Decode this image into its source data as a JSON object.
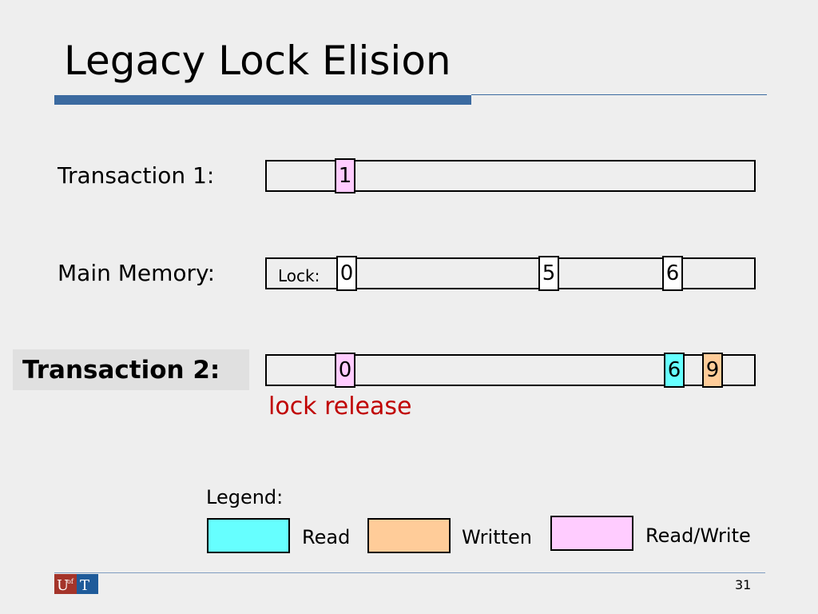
{
  "slide": {
    "title": "Legacy Lock Elision",
    "page_number": "31",
    "accent_color": "#3b6aa0"
  },
  "rows": {
    "transaction1": {
      "label": "Transaction 1:"
    },
    "main_memory": {
      "label": "Main Memory:",
      "lock_label": "Lock:"
    },
    "transaction2": {
      "label": "Transaction 2:",
      "annotation": "lock release",
      "annotation_color": "#c00000"
    }
  },
  "cells": [
    {
      "row": "transaction1",
      "value": "1",
      "kind": "read-write"
    },
    {
      "row": "main_memory",
      "value": "0",
      "kind": "none"
    },
    {
      "row": "main_memory",
      "value": "5",
      "kind": "none"
    },
    {
      "row": "main_memory",
      "value": "6",
      "kind": "none"
    },
    {
      "row": "transaction2",
      "value": "0",
      "kind": "read-write"
    },
    {
      "row": "transaction2",
      "value": "6",
      "kind": "read"
    },
    {
      "row": "transaction2",
      "value": "9",
      "kind": "written"
    }
  ],
  "legend": {
    "title": "Legend:",
    "items": [
      {
        "label": "Read",
        "color": "#66ffff"
      },
      {
        "label": "Written",
        "color": "#ffcc99"
      },
      {
        "label": "Read/Write",
        "color": "#ffccff"
      }
    ]
  },
  "colors": {
    "read": "#66ffff",
    "written": "#ffcc99",
    "read-write": "#ffccff",
    "none": "#ffffff"
  },
  "logo": {
    "text_left": "U",
    "text_mid": "of",
    "text_right": "T"
  }
}
